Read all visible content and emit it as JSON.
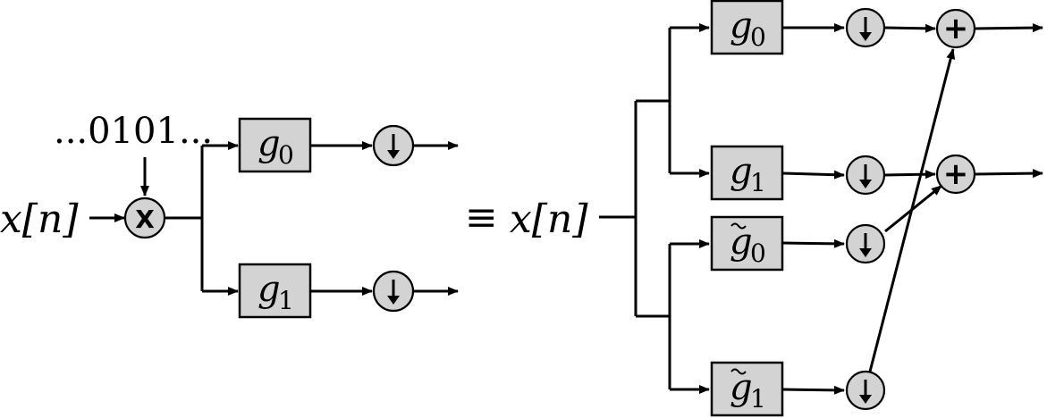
{
  "left": {
    "input_label": "x[n]",
    "sequence_label": "...0101...",
    "multiplier_symbol": "X",
    "filters": [
      {
        "name": "g",
        "sub": "0",
        "tilde": false
      },
      {
        "name": "g",
        "sub": "1",
        "tilde": false
      }
    ]
  },
  "equiv_symbol": "≡",
  "right": {
    "input_label": "x[n]",
    "filters": [
      {
        "name": "g",
        "sub": "0",
        "tilde": false
      },
      {
        "name": "g",
        "sub": "1",
        "tilde": false
      },
      {
        "name": "g",
        "sub": "0",
        "tilde": true
      },
      {
        "name": "g",
        "sub": "1",
        "tilde": true
      }
    ],
    "adder_symbol": "+"
  },
  "colors": {
    "block_fill": "#d3d3d3",
    "line": "#000000"
  },
  "icons": {
    "downsampler": "down-arrow-icon",
    "adder": "plus-icon",
    "multiplier": "multiply-icon"
  }
}
